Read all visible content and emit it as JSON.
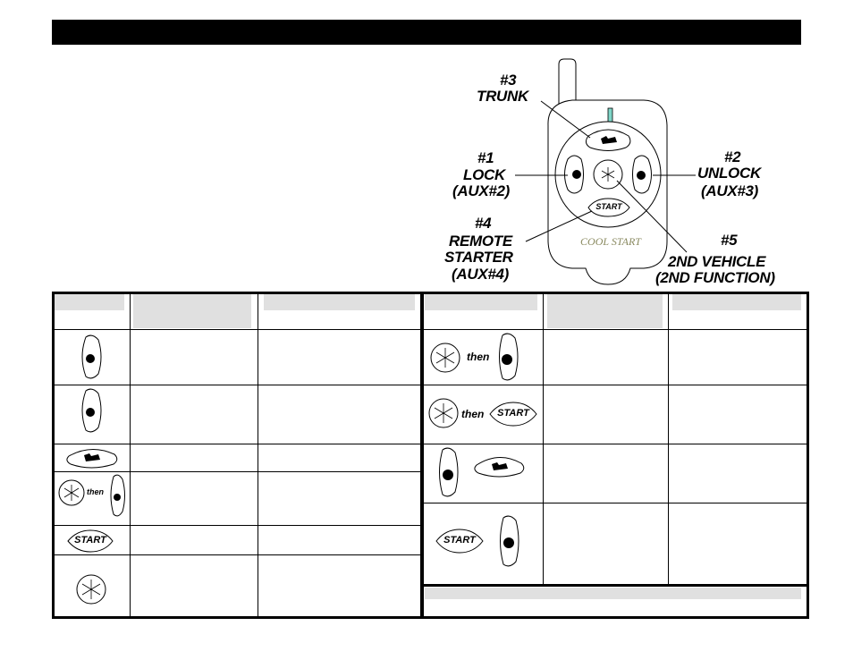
{
  "remote": {
    "brand": "COOL START",
    "button_labels": {
      "trunk": [
        "#3",
        "TRUNK"
      ],
      "lock": [
        "#1",
        "LOCK",
        "(AUX#2)"
      ],
      "unlock": [
        "#2",
        "UNLOCK",
        "(AUX#3)"
      ],
      "starter": [
        "#4",
        "REMOTE",
        "STARTER",
        "(AUX#4)"
      ],
      "second": [
        "#5",
        "2ND VEHICLE",
        "(2ND FUNCTION)"
      ]
    },
    "start_text": "START",
    "then_text": "then"
  },
  "icons": {
    "lock": "lock-button-icon",
    "unlock": "unlock-button-icon",
    "trunk": "trunk-button-icon",
    "start": "start-button-icon",
    "star": "star-button-icon"
  },
  "colors": {
    "header_bar": "#000000",
    "table_header_fill": "#e0e0e0",
    "brand_text": "#8a8a60",
    "antenna_led": "#7fd6c8"
  }
}
